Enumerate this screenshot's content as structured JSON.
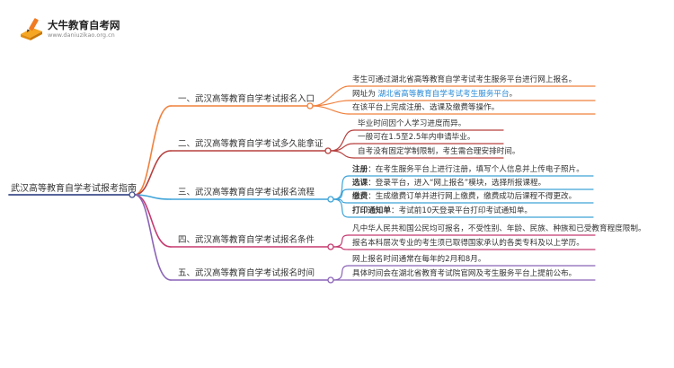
{
  "logo": {
    "title": "大牛教育自考网",
    "url": "www.daniuzikao.org.cn"
  },
  "root": "武汉高等教育自学考试报考指南",
  "branches": [
    {
      "label": "一、武汉高等教育自学考试报名入口",
      "color": "#f0803c",
      "leaves": [
        {
          "parts": [
            {
              "text": "考生可通过湖北省高等教育自学考试考生服务平台进行网上报名。",
              "style": ""
            }
          ]
        },
        {
          "parts": [
            {
              "text": "网址为 ",
              "style": ""
            },
            {
              "text": "湖北省高等教育自学考试考生服务平台",
              "style": "hl"
            },
            {
              "text": "。",
              "style": ""
            }
          ]
        },
        {
          "parts": [
            {
              "text": "在该平台上完成注册、选课及缴费等操作。",
              "style": ""
            }
          ]
        }
      ]
    },
    {
      "label": "二、武汉高等教育自学考试多久能拿证",
      "color": "#b6403e",
      "leaves": [
        {
          "parts": [
            {
              "text": "毕业时间因个人学习进度而异。",
              "style": ""
            }
          ]
        },
        {
          "parts": [
            {
              "text": "一般可在1.5至2.5年内申请毕业。",
              "style": ""
            }
          ]
        },
        {
          "parts": [
            {
              "text": "自考没有固定学制限制，考生需合理安排时间。",
              "style": ""
            }
          ]
        }
      ]
    },
    {
      "label": "三、武汉高等教育自学考试报名流程",
      "color": "#3ea3d8",
      "leaves": [
        {
          "parts": [
            {
              "text": "注册",
              "style": "bold"
            },
            {
              "text": "：在考生服务平台上进行注册，填写个人信息并上传电子照片。",
              "style": ""
            }
          ]
        },
        {
          "parts": [
            {
              "text": "选课",
              "style": "bold"
            },
            {
              "text": "：登录平台，进入“网上报名”模块，选择所报课程。",
              "style": ""
            }
          ]
        },
        {
          "parts": [
            {
              "text": "缴费",
              "style": "bold"
            },
            {
              "text": "：生成缴费订单并进行网上缴费，缴费成功后课程不得更改。",
              "style": ""
            }
          ]
        },
        {
          "parts": [
            {
              "text": "打印通知单",
              "style": "bold"
            },
            {
              "text": "：考试前10天登录平台打印考试通知单。",
              "style": ""
            }
          ]
        }
      ]
    },
    {
      "label": "四、武汉高等教育自学考试报名条件",
      "color": "#c53a6f",
      "leaves": [
        {
          "parts": [
            {
              "text": "凡中华人民共和国公民均可报名，不受性别、年龄、民族、种族和已受教育程度限制。",
              "style": ""
            }
          ]
        },
        {
          "parts": [
            {
              "text": "报名本科层次专业的考生须已取得国家承认的各类专科及以上学历。",
              "style": ""
            }
          ]
        }
      ]
    },
    {
      "label": "五、武汉高等教育自学考试报名时间",
      "color": "#8a63b8",
      "leaves": [
        {
          "parts": [
            {
              "text": "网上报名时间通常在每年的2月和8月。",
              "style": ""
            }
          ]
        },
        {
          "parts": [
            {
              "text": "具体时间会在湖北省教育考试院官网及考生服务平台上提前公布。",
              "style": ""
            }
          ]
        }
      ]
    }
  ],
  "colors": {
    "root_line": "#3e4f8c",
    "logo_orange": "#f5a623",
    "logo_pencil": "#f07b22"
  }
}
